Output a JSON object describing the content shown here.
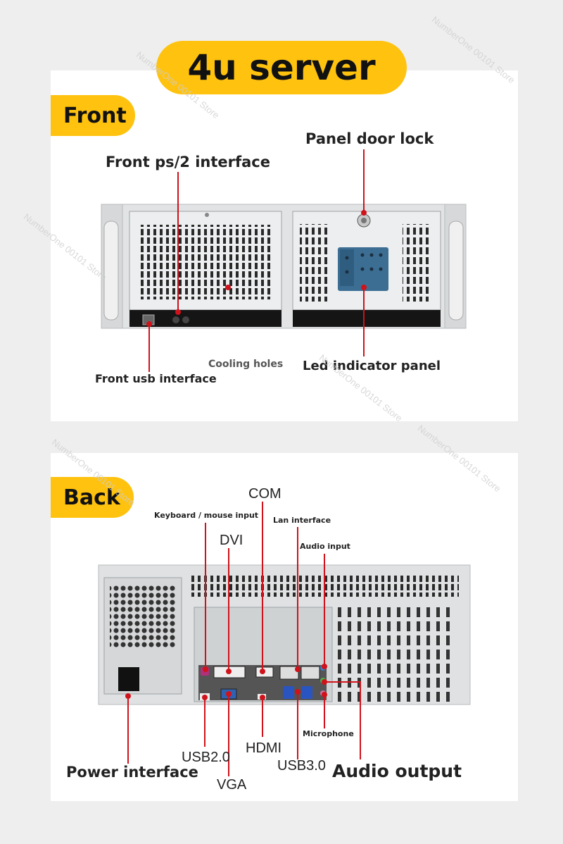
{
  "title": "4u server",
  "front": {
    "section_label": "Front",
    "labels": {
      "ps2": "Front ps/2 interface",
      "door_lock": "Panel door lock",
      "cooling": "Cooling holes",
      "usb": "Front usb interface",
      "led": "Led indicator panel"
    }
  },
  "back": {
    "section_label": "Back",
    "labels": {
      "keyboard": "Keyboard / mouse input",
      "com": "COM",
      "dvi": "DVI",
      "lan": "Lan interface",
      "audio_in": "Audio input",
      "usb20": "USB2.0",
      "hdmi": "HDMI",
      "microphone": "Microphone",
      "power": "Power interface",
      "vga": "VGA",
      "usb30": "USB3.0",
      "audio_out": "Audio output"
    }
  },
  "watermark": "NumberOne 00101 Store",
  "colors": {
    "accent": "#ffc20e",
    "pointer": "#d0121b",
    "chassis": "#e3e5e6"
  }
}
